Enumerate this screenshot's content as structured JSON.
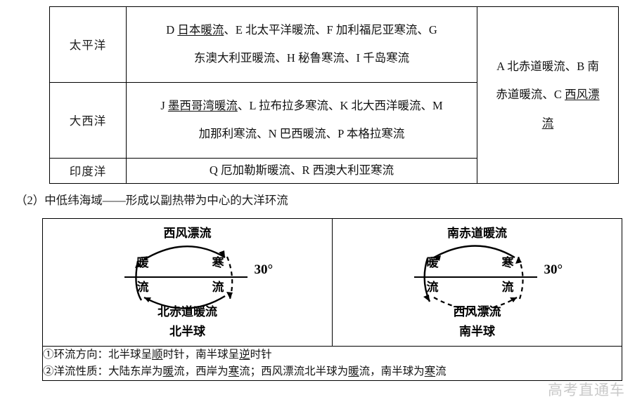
{
  "currents_table": {
    "rows": [
      {
        "ocean": "太平洋",
        "line1": "D 日本暖流、E 北太平洋暖流、F 加利福尼亚寒流、G",
        "line1_underline": "日本暖流",
        "line2": "东澳大利亚暖流、H 秘鲁寒流、I 千岛寒流"
      },
      {
        "ocean": "大西洋",
        "line1": "J 墨西哥湾暖流、L 拉布拉多寒流、K 北大西洋暖流、M",
        "line1_underline": "墨西哥湾暖流",
        "line2": "加那利寒流、N 巴西暖流、P 本格拉寒流"
      },
      {
        "ocean": "印度洋",
        "line1": "Q 厄加勒斯暖流、R 西澳大利亚寒流",
        "line2": ""
      }
    ],
    "global_cell": {
      "line1": "A 北赤道暖流、B 南",
      "line2_pre": "赤道暖流、C ",
      "line2_underlined": "西风漂",
      "line3_underlined": "流"
    }
  },
  "caption": {
    "number": "（2）",
    "text": "中低纬海域——形成以副热带为中心的大洋环流"
  },
  "diagrams": [
    {
      "name": "northern-hemisphere-gyre",
      "top_label": "西风漂流",
      "bottom_label": "北赤道暖流",
      "hemisphere": "北半球",
      "left_label_1": "暖",
      "left_label_2": "流",
      "right_label_1": "寒",
      "right_label_2": "流",
      "latitude": "30°",
      "direction": "clockwise"
    },
    {
      "name": "southern-hemisphere-gyre",
      "top_label": "南赤道暖流",
      "bottom_label": "西风漂流",
      "hemisphere": "南半球",
      "left_label_1": "暖",
      "left_label_2": "流",
      "right_label_1": "寒",
      "right_label_2": "流",
      "latitude": "30°",
      "direction": "counterclockwise"
    }
  ],
  "notes": {
    "note1": {
      "marker": "①",
      "label": "环流方向：",
      "seg1": "北半球呈",
      "u1": "顺",
      "seg2": "时针，南半球呈",
      "u2": "逆",
      "seg3": "时针"
    },
    "note2": {
      "marker": "②",
      "label": "洋流性质：",
      "seg1": "大陆东岸为",
      "u1": "暖",
      "seg2": "流，西岸为",
      "u2": "寒",
      "seg3": "流；西风漂流北半球为",
      "u3": "暖",
      "seg4": "流，南半球为",
      "u4": "寒",
      "seg5": "流"
    }
  },
  "watermark": {
    "text": "高考直通车"
  },
  "colors": {
    "border": "#000000",
    "text": "#111111",
    "watermark": "#c9c9c9"
  }
}
